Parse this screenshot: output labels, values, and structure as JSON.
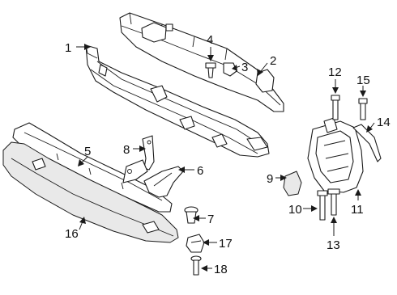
{
  "diagram": {
    "background": "#ffffff",
    "line_color": "#1a1a1a",
    "callouts": [
      {
        "id": "callout-1",
        "label": "1"
      },
      {
        "id": "callout-2",
        "label": "2"
      },
      {
        "id": "callout-3",
        "label": "3"
      },
      {
        "id": "callout-4",
        "label": "4"
      },
      {
        "id": "callout-5",
        "label": "5"
      },
      {
        "id": "callout-6",
        "label": "6"
      },
      {
        "id": "callout-7",
        "label": "7"
      },
      {
        "id": "callout-8",
        "label": "8"
      },
      {
        "id": "callout-9",
        "label": "9"
      },
      {
        "id": "callout-10",
        "label": "10"
      },
      {
        "id": "callout-11",
        "label": "11"
      },
      {
        "id": "callout-12",
        "label": "12"
      },
      {
        "id": "callout-13",
        "label": "13"
      },
      {
        "id": "callout-14",
        "label": "14"
      },
      {
        "id": "callout-15",
        "label": "15"
      },
      {
        "id": "callout-16",
        "label": "16"
      },
      {
        "id": "callout-17",
        "label": "17"
      },
      {
        "id": "callout-18",
        "label": "18"
      }
    ]
  }
}
